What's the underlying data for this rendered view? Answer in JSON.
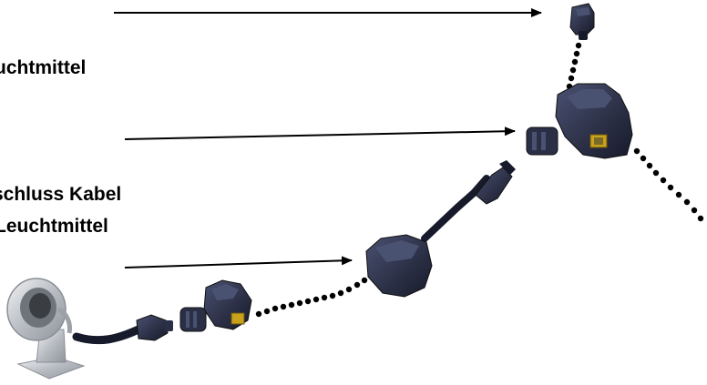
{
  "labels": {
    "line1": "uchtmittel",
    "line2": "schluss Kabel",
    "line3": "Leuchtmittel"
  },
  "colors": {
    "connector_body": "#2b2f45",
    "connector_dark": "#161a2a",
    "connector_highlight": "#4a5272",
    "contact_yellow": "#c8a21a",
    "lamp_metal": "#c9ccd0",
    "dots": "#000000",
    "arrows": "#000000"
  },
  "icons": [
    "end-cap-icon",
    "t-distributor-icon",
    "extension-cable-icon",
    "single-distributor-icon",
    "spotlight-lamp-icon"
  ]
}
